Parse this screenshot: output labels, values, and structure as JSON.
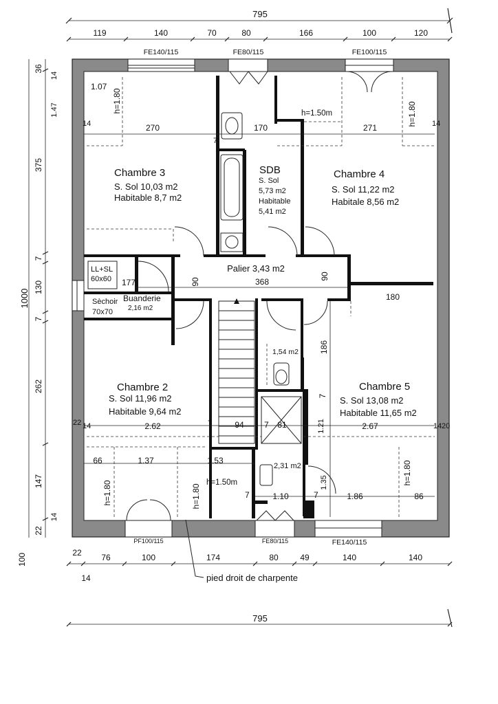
{
  "rooms": [
    {
      "id": "chambre3",
      "name": "Chambre 3",
      "l1": "S. Sol  10,03 m2",
      "l2": "Habitable 8,7 m2"
    },
    {
      "id": "sdb",
      "name": "SDB",
      "l1": "S. Sol",
      "l2": "5,73 m2",
      "l3": "Habitable",
      "l4": "5,41 m2"
    },
    {
      "id": "chambre4",
      "name": "Chambre 4",
      "l1": "S. Sol  11,22 m2",
      "l2": "Habitale 8,56 m2"
    },
    {
      "id": "palier",
      "name": "Palier 3,43 m2"
    },
    {
      "id": "llsl",
      "l1": "LL+SL",
      "l2": "60x60"
    },
    {
      "id": "sechoir",
      "l1": "Sèchoir",
      "l2": "70x70"
    },
    {
      "id": "buanderie",
      "name": "Buanderie",
      "l1": "2,16 m2"
    },
    {
      "id": "wc",
      "l1": "1,54 m2"
    },
    {
      "id": "chambre2",
      "name": "Chambre 2",
      "l1": "S. Sol  11,96 m2",
      "l2": "Habitable 9,64 m2"
    },
    {
      "id": "chambre5",
      "name": "Chambre 5",
      "l1": "S. Sol  13,08 m2",
      "l2": "Habitable 11,65 m2"
    },
    {
      "id": "douche",
      "l1": "2,31 m2"
    }
  ],
  "windows_top": [
    "FE140/115",
    "FE80/115",
    "FE100/115"
  ],
  "windows_bottom": [
    "PF100/115",
    "FE80/115",
    "FE140/115"
  ],
  "dims_top_total": "795",
  "dims_top": [
    "119",
    "140",
    "70",
    "80",
    "166",
    "100",
    "120"
  ],
  "dims_bottom": [
    "22",
    "76",
    "100",
    "174",
    "80",
    "49",
    "140",
    "140"
  ],
  "dims_bottom_extra": "14",
  "dims_bottom_total": "795",
  "dims_left_total": "1000",
  "dims_left": [
    "36",
    "375",
    "7",
    "130",
    "7",
    "262",
    "147",
    "22"
  ],
  "dims_left_small": [
    "14",
    "1.47",
    "14"
  ],
  "dims_left_bottom": "100",
  "interior_dims": {
    "c3_top": "1.07",
    "c3_h": "h=1.80",
    "c3_w": "270",
    "c3_14": "14",
    "c3_7": "7",
    "sdb_w": "170",
    "c4_hh": "h=1.50m",
    "c4_w": "271",
    "c4_h": "h=1.80",
    "c4_14": "14",
    "llsl_w": "177",
    "pal_90a": "90",
    "pal_w": "368",
    "pal_90b": "90",
    "c4_180": "180",
    "v186": "186",
    "v7": "7",
    "c2_22": "22",
    "c2_14": "14",
    "c2_w": "2.62",
    "c2_7": "7",
    "stair_w": "94",
    "sh_7": "7",
    "sh_81": "81",
    "v121": "1.21",
    "c5_w": "2.67",
    "c5_14": "14",
    "c5_20": "20",
    "b_66": "66",
    "b_137": "1.37",
    "b_153": "1.53",
    "b_h18a": "h=1.80",
    "b_h18b": "h=1.80",
    "b_h150": "h=1.50m",
    "b_7a": "7",
    "b_110": "1.10",
    "b_7b": "7",
    "b_186": "1.86",
    "b_86": "86",
    "b_135": "1.35",
    "c5_h": "h=1.80"
  },
  "annotation": "pied droit de charpente"
}
